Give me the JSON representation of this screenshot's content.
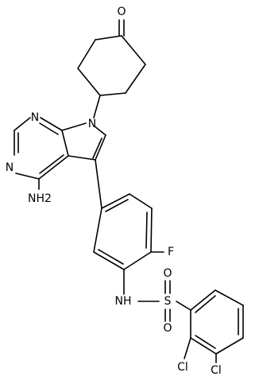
{
  "molecule": {
    "atoms": [
      {
        "id": "O_keto",
        "label": "O"
      },
      {
        "id": "N7",
        "label": "N"
      },
      {
        "id": "N1",
        "label": "N"
      },
      {
        "id": "N3",
        "label": "N"
      },
      {
        "id": "NH2",
        "label": "NH2"
      },
      {
        "id": "F",
        "label": "F"
      },
      {
        "id": "NH",
        "label": "NH"
      },
      {
        "id": "S",
        "label": "S"
      },
      {
        "id": "O_s1",
        "label": "O"
      },
      {
        "id": "O_s2",
        "label": "O"
      },
      {
        "id": "Cl_2",
        "label": "Cl"
      },
      {
        "id": "Cl_3",
        "label": "Cl"
      }
    ]
  }
}
